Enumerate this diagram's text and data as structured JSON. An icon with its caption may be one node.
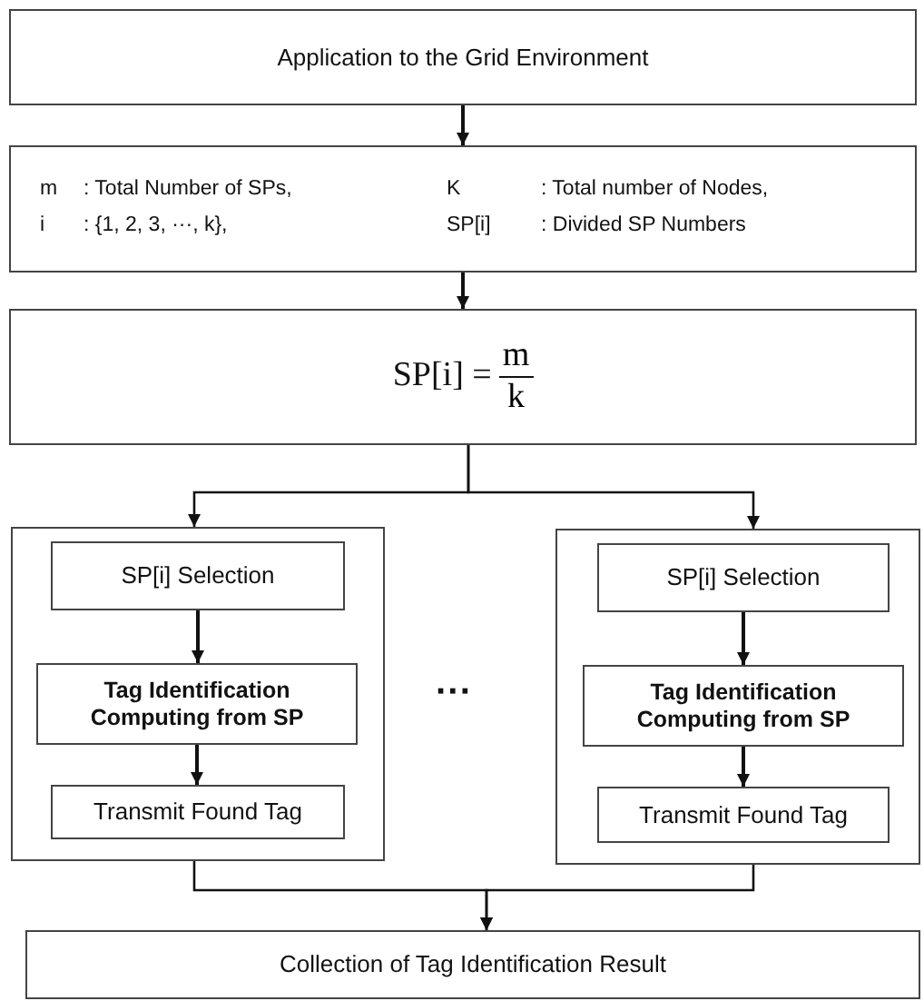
{
  "diagram": {
    "nodes": [
      {
        "text": [
          "Application to the Grid Environment"
        ]
      },
      {
        "text": [
          "m",
          ": Total Number of SPs,",
          "K",
          ": Total number of Nodes,",
          "i",
          ": {1, 2, 3, ···, k},",
          "SP[i]",
          ": Divided SP Numbers"
        ]
      },
      {
        "text": [
          "SP[i] =",
          "m",
          "k"
        ]
      },
      {
        "text": [],
        "shape": "box"
      },
      {
        "text": [
          "SP[i] Selection"
        ],
        "in": 3
      },
      {
        "text": [
          "Tag Identification Computing from SP"
        ],
        "in": 3
      },
      {
        "text": [
          "Transmit Found Tag"
        ],
        "in": 3
      },
      {
        "text": [],
        "shape": "box"
      },
      {
        "text": [
          "SP[i] Selection"
        ],
        "in": 7
      },
      {
        "text": [
          "Tag Identification Computing from SP"
        ],
        "in": 7
      },
      {
        "text": [
          "Transmit Found Tag"
        ],
        "in": 7
      },
      {
        "text": [
          "Collection of Tag Identification Result"
        ]
      }
    ],
    "edges": [
      {
        "from": 0,
        "to": 1,
        "arrow": "to"
      },
      {
        "from": 1,
        "to": 2,
        "arrow": "to"
      },
      {
        "from": 2,
        "to": 3,
        "arrow": "to"
      },
      {
        "from": 2,
        "to": 7,
        "arrow": "to"
      },
      {
        "from": 4,
        "to": 5,
        "arrow": "to"
      },
      {
        "from": 5,
        "to": 6,
        "arrow": "to"
      },
      {
        "from": 8,
        "to": 9,
        "arrow": "to"
      },
      {
        "from": 9,
        "to": 10,
        "arrow": "to"
      },
      {
        "from": 3,
        "to": 11,
        "arrow": "to"
      },
      {
        "from": 7,
        "to": 11,
        "arrow": "to"
      }
    ],
    "labels": [
      "···"
    ]
  }
}
